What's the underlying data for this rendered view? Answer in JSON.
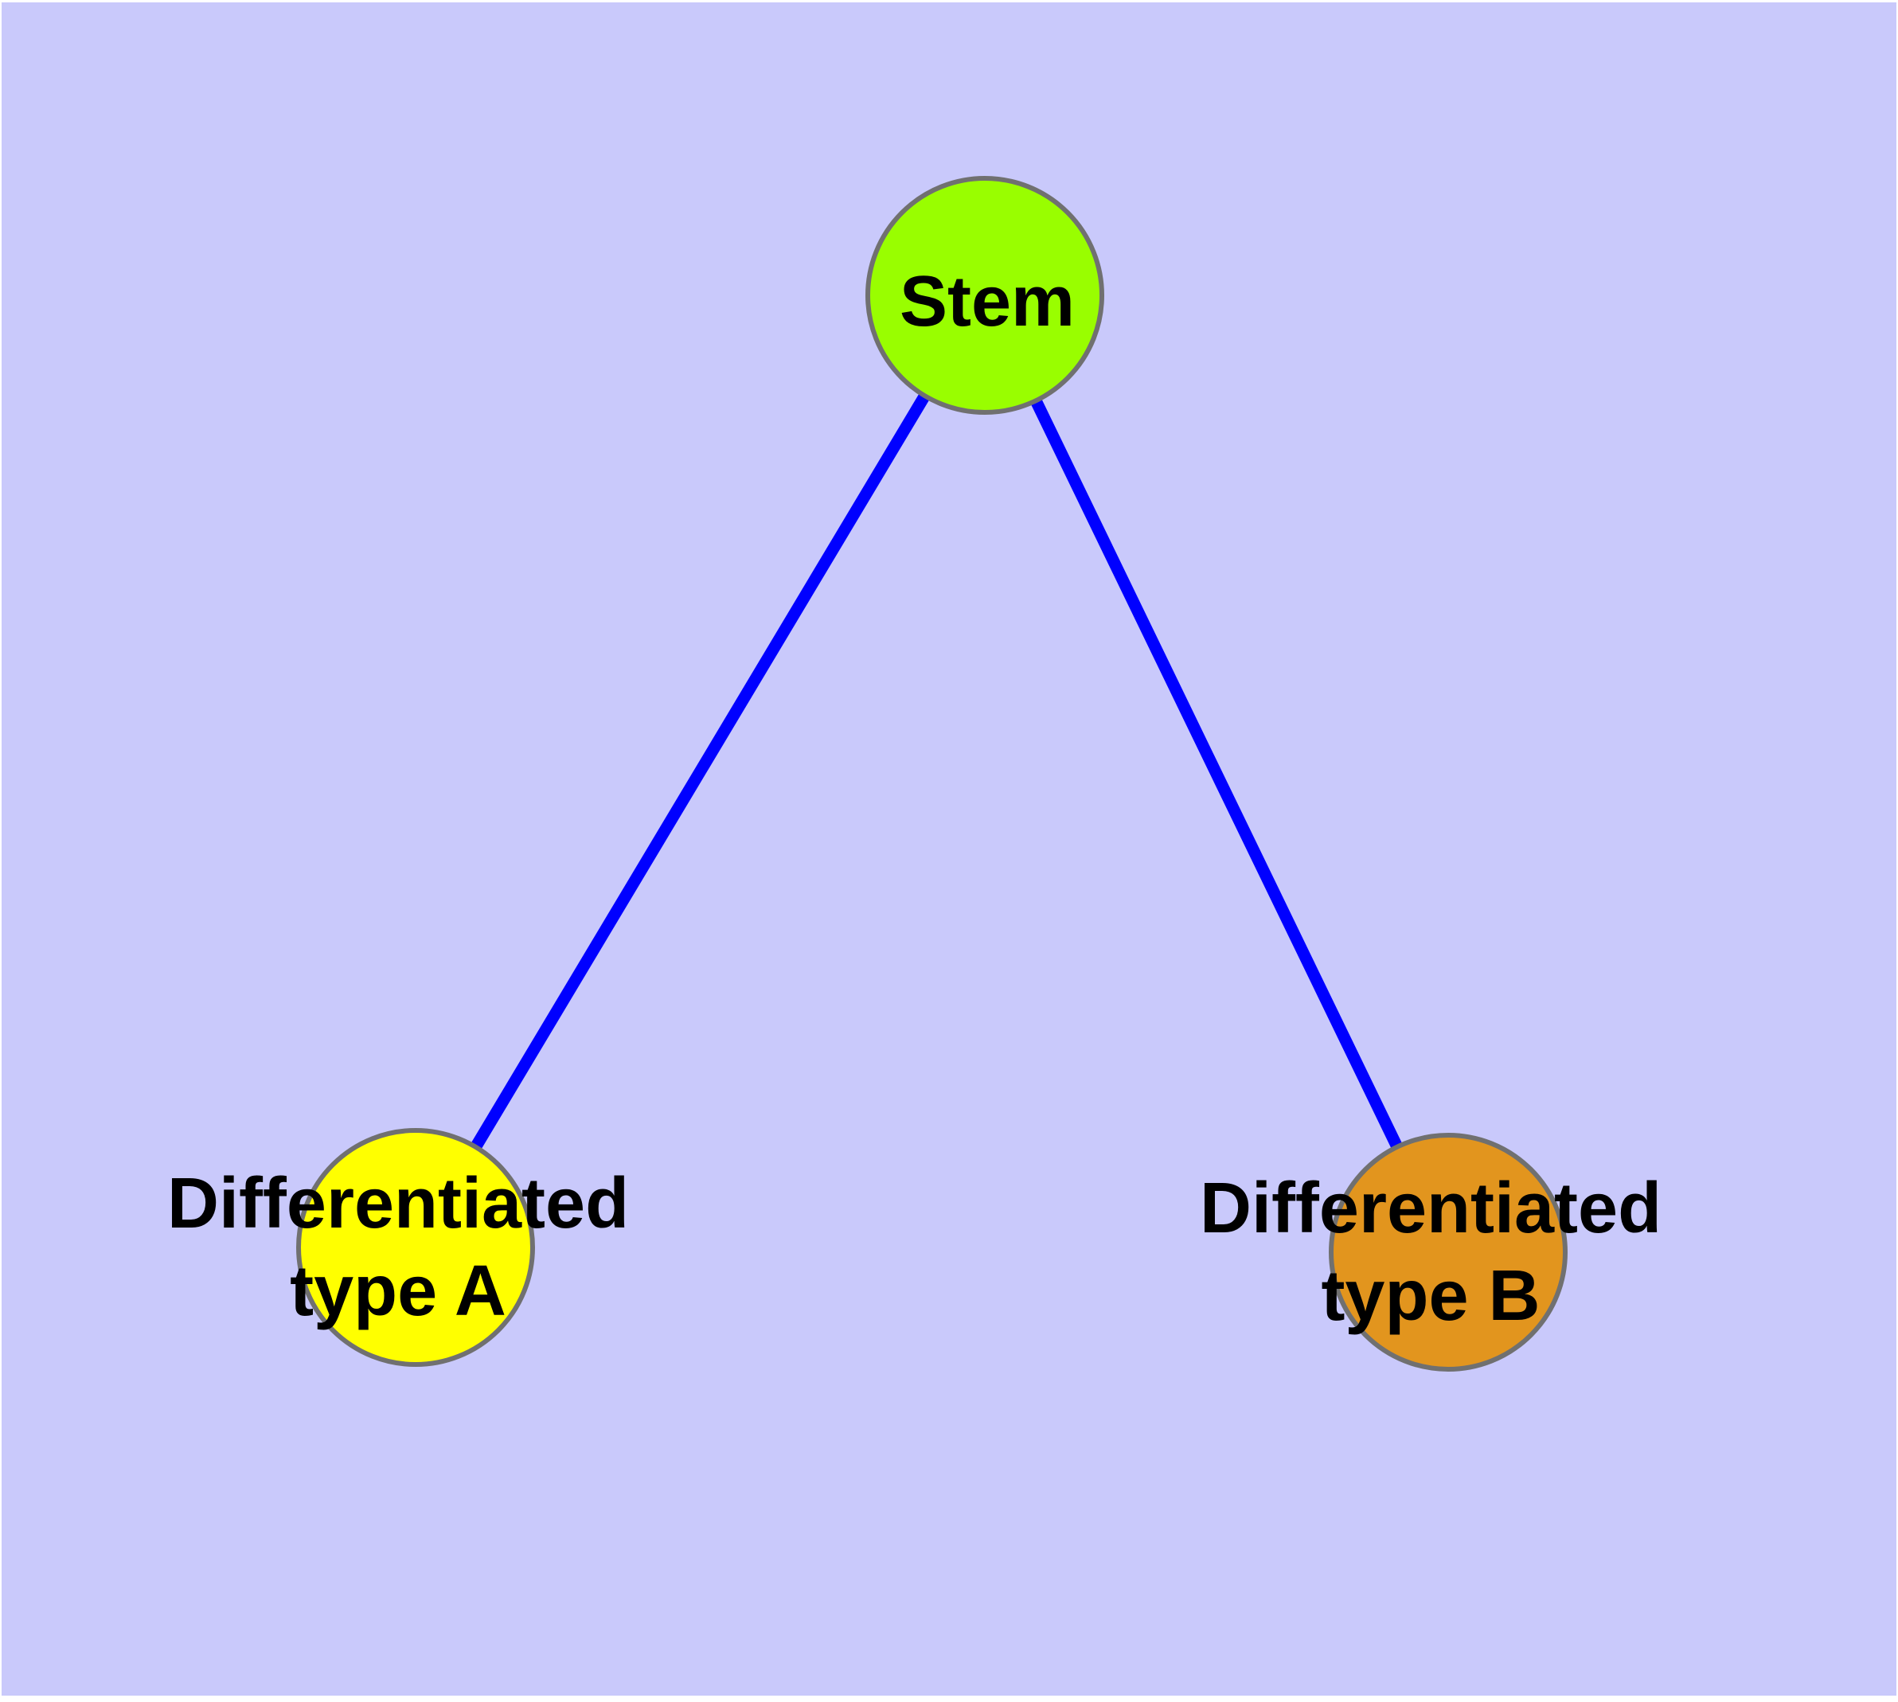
{
  "diagram": {
    "type": "graph",
    "background_color": "#C9C9FB",
    "edge_color": "#0000FF",
    "node_border_color": "#707070",
    "label_color": "#000000",
    "nodes": [
      {
        "id": "stem",
        "lines": [
          "Stem"
        ],
        "label": "Stem",
        "fill": "#99FE00"
      },
      {
        "id": "diff-a",
        "lines": [
          "Differentiated",
          "type A"
        ],
        "label": "Differentiated type A",
        "fill": "#FFFF00"
      },
      {
        "id": "diff-b",
        "lines": [
          "Differentiated",
          "type B"
        ],
        "label": "Differentiated type B",
        "fill": "#E2951E"
      }
    ],
    "edges": [
      {
        "from": "Stem",
        "to": "Differentiated type A"
      },
      {
        "from": "Stem",
        "to": "Differentiated type B"
      }
    ]
  }
}
